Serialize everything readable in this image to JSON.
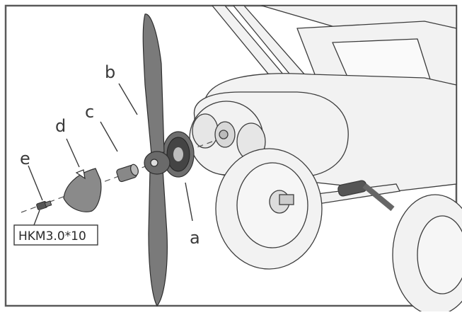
{
  "labels": {
    "a": "a",
    "b": "b",
    "c": "c",
    "d": "d",
    "e": "e"
  },
  "screw_label": "HKM3.0*10",
  "colors": {
    "border": "#5a5a5a",
    "line": "#3c3c3c",
    "body_fill": "#f2f2f2",
    "part_fill": "#8a8a8a",
    "dark_fill": "#555555",
    "propeller": "#7a7a7a"
  }
}
